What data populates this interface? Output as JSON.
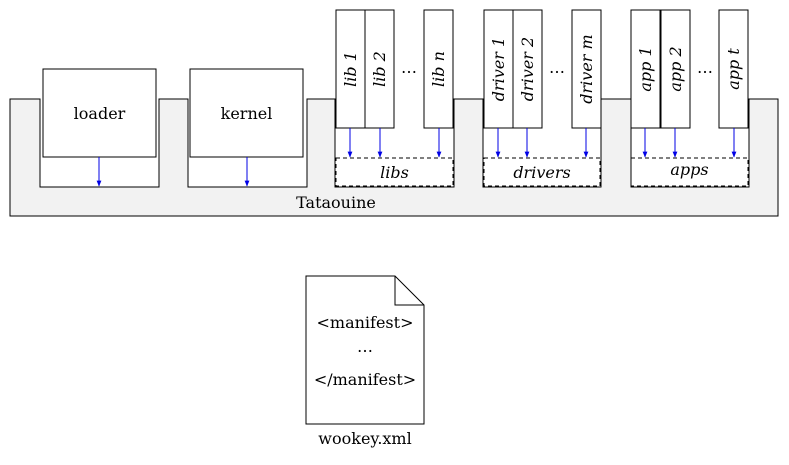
{
  "platform": {
    "label": "Tataouine"
  },
  "loader": {
    "label": "loader"
  },
  "kernel": {
    "label": "kernel"
  },
  "groups": {
    "libs": {
      "label": "libs",
      "items": [
        "lib 1",
        "lib 2",
        "lib n"
      ],
      "ellipsis": "…"
    },
    "drivers": {
      "label": "drivers",
      "items": [
        "driver 1",
        "driver 2",
        "driver m"
      ],
      "ellipsis": "…"
    },
    "apps": {
      "label": "apps",
      "items": [
        "app 1",
        "app 2",
        "app t"
      ],
      "ellipsis": "…"
    }
  },
  "manifest": {
    "open_tag": "<manifest>",
    "ellipsis": "…",
    "close_tag": "</manifest>",
    "filename": "wookey.xml"
  },
  "colors": {
    "arrow": "#0000e6",
    "tray": "#f2f2f2"
  }
}
